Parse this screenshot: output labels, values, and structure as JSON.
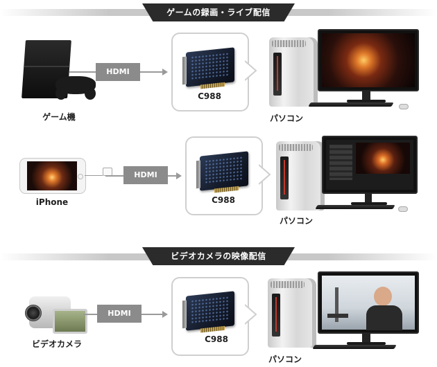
{
  "sections": [
    {
      "title": "ゲームの録画・ライブ配信"
    },
    {
      "title": "ビデオカメラの映像配信"
    }
  ],
  "rows": [
    {
      "source_label": "ゲーム機",
      "connector_label": "HDMI",
      "card_label": "C988",
      "pc_label": "パソコン"
    },
    {
      "source_label": "iPhone",
      "connector_label": "HDMI",
      "card_label": "C988",
      "pc_label": "パソコン"
    },
    {
      "source_label": "ビデオカメラ",
      "connector_label": "HDMI",
      "card_label": "C988",
      "pc_label": "パソコン"
    }
  ],
  "colors": {
    "header_bg": "#2b2b2b",
    "hdmi_bg": "#8b8b8b",
    "arrow": "#9a9a9a",
    "card_border": "#cfcfcf"
  }
}
